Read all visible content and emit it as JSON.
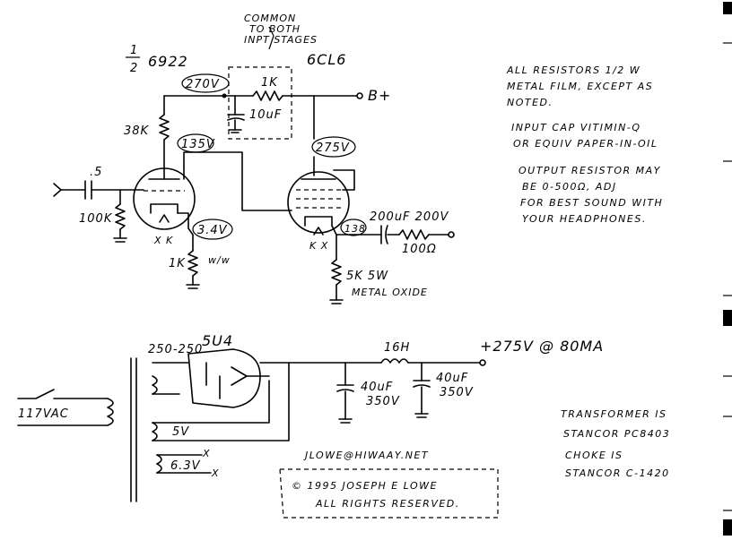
{
  "labels": {
    "common": [
      "COMMON",
      "TO BOTH",
      "INPT STAGES"
    ],
    "tube1_fraction_num": "1",
    "tube1_fraction_den": "2",
    "tube1_name": "6922",
    "tube2_name": "6CL6",
    "v270": "270V",
    "r1k_top": "1K",
    "bplus": "B+",
    "c10uf": "10uF",
    "r38k": "38K",
    "v135": "135V",
    "v275": "275V",
    "c_in": ".5",
    "r100k": "100K",
    "v34": "3.4V",
    "r1k_cath": "1K",
    "ww": "w/w",
    "v138": "138",
    "c200": "200uF 200V",
    "r100ohm": "100Ω",
    "r5k": "5K 5W",
    "metal_oxide": "METAL OXIDE",
    "xk1": "X K",
    "xk2": "K X",
    "hv_winding": "250-250",
    "rect": "5U4",
    "choke": "16H",
    "bplus_out": "+275V @ 80MA",
    "c40a": [
      "40uF",
      "350V"
    ],
    "c40b": [
      "40uF",
      "350V"
    ],
    "mains": "117VAC",
    "fil5v": "5V",
    "fil63": "6.3V",
    "x_mark": "X"
  },
  "notes": {
    "resistors": [
      "ALL RESISTORS 1/2 W",
      "METAL FILM, EXCEPT AS",
      "NOTED."
    ],
    "input_cap": [
      "INPUT CAP VITIMIN-Q",
      "OR EQUIV PAPER-IN-OIL"
    ],
    "output_res": [
      "OUTPUT RESISTOR MAY",
      "BE 0-500Ω, ADJ",
      "FOR BEST SOUND WITH",
      "YOUR HEADPHONES."
    ],
    "transformer": [
      "TRANSFORMER IS",
      "STANCOR PC8403"
    ],
    "choke": [
      "CHOKE IS",
      "STANCOR C-1420"
    ]
  },
  "credit": {
    "email": "JLOWE@HIWAAY.NET",
    "copyright": "© 1995 JOSEPH E LOWE",
    "rights": "ALL RIGHTS RESERVED."
  }
}
